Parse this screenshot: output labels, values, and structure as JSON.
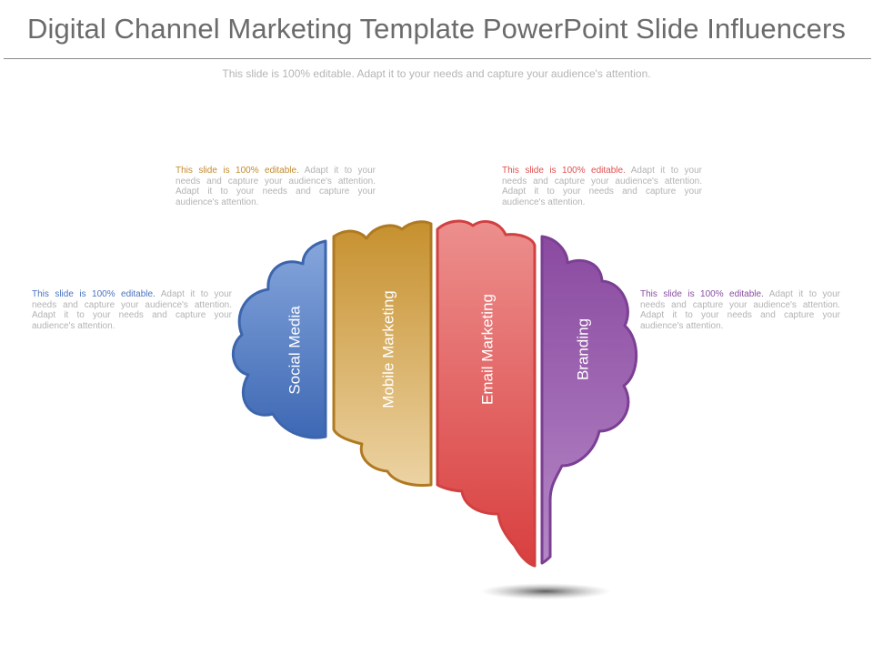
{
  "slide": {
    "title": "Digital Channel Marketing Template PowerPoint Slide Influencers",
    "subtitle": "This slide is 100% editable. Adapt it to your needs and capture your audience's attention."
  },
  "colors": {
    "blue": "#4a74bf",
    "gold": "#c48a2c",
    "red": "#e0504f",
    "purple": "#8a4fa3"
  },
  "segments": [
    {
      "label": "Social Media",
      "color": "#4a74bf"
    },
    {
      "label": "Mobile Marketing",
      "color": "#c48a2c"
    },
    {
      "label": "Email Marketing",
      "color": "#e0504f"
    },
    {
      "label": "Branding",
      "color": "#8a4fa3"
    }
  ],
  "callouts": {
    "social": {
      "lead": "This slide is 100% editable.",
      "body": " Adapt it to your needs and capture your audience's attention. Adapt it to your needs and capture your audience's attention."
    },
    "mobile": {
      "lead": "This slide is 100% editable.",
      "body": " Adapt it to your needs and capture your audience's attention. Adapt it to your needs and capture your audience's attention."
    },
    "email": {
      "lead": "This slide is 100% editable.",
      "body": " Adapt it to your needs and capture your audience's attention. Adapt it to your needs and capture your audience's attention."
    },
    "branding": {
      "lead": "This slide is 100% editable.",
      "body": " Adapt it to your needs and capture your audience's attention. Adapt it to your needs and capture your audience's attention."
    }
  }
}
